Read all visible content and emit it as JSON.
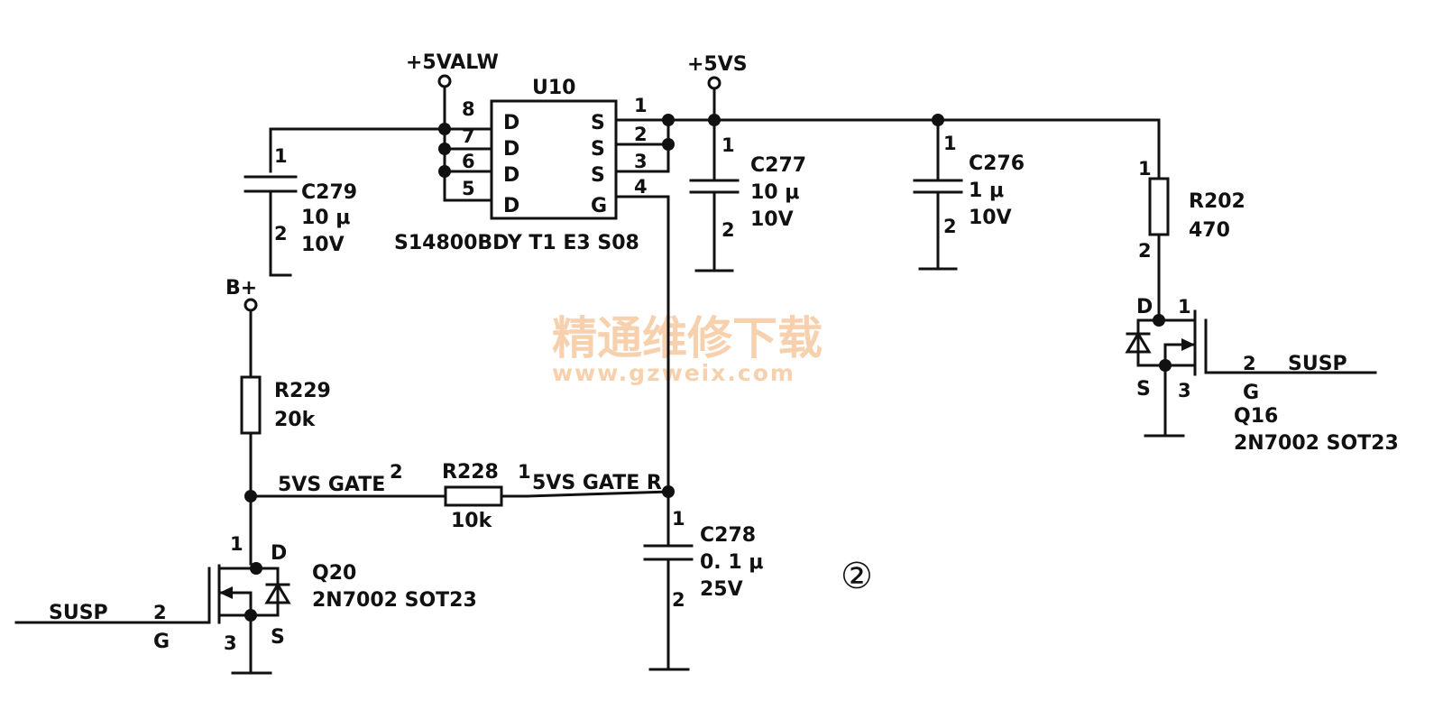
{
  "diagram": {
    "nets": {
      "vcc_alw": "+5VALW",
      "vcc_vs": "+5VS",
      "bplus": "B+",
      "gate": "5VS GATE",
      "gate_r": "5VS GATE R",
      "susp_left": "SUSP",
      "susp_right": "SUSP"
    },
    "u10": {
      "ref": "U10",
      "part": "S14800BDY T1 E3 S08",
      "left_pins": [
        {
          "num": "8",
          "label": "D"
        },
        {
          "num": "7",
          "label": "D"
        },
        {
          "num": "6",
          "label": "D"
        },
        {
          "num": "5",
          "label": "D"
        }
      ],
      "right_pins": [
        {
          "num": "1",
          "label": "S"
        },
        {
          "num": "2",
          "label": "S"
        },
        {
          "num": "3",
          "label": "S"
        },
        {
          "num": "4",
          "label": "G"
        }
      ]
    },
    "c279": {
      "ref": "C279",
      "value": "10 μ",
      "voltage": "10V",
      "pin1": "1",
      "pin2": "2"
    },
    "c277": {
      "ref": "C277",
      "value": "10 μ",
      "voltage": "10V",
      "pin1": "1",
      "pin2": "2"
    },
    "c276": {
      "ref": "C276",
      "value": "1 μ",
      "voltage": "10V",
      "pin1": "1",
      "pin2": "2"
    },
    "c278": {
      "ref": "C278",
      "value": "0. 1 μ",
      "voltage": "25V",
      "pin1": "1",
      "pin2": "2"
    },
    "r202": {
      "ref": "R202",
      "value": "470",
      "pin1": "1",
      "pin2": "2"
    },
    "r229": {
      "ref": "R229",
      "value": "20k"
    },
    "r228": {
      "ref": "R228",
      "value": "10k",
      "pin1": "1",
      "pin2": "2"
    },
    "q16": {
      "ref": "Q16",
      "part": "2N7002 SOT23",
      "d": "D",
      "s": "S",
      "g": "G",
      "pin1": "1",
      "pin2": "2",
      "pin3": "3"
    },
    "q20": {
      "ref": "Q20",
      "part": "2N7002 SOT23",
      "d": "D",
      "s": "S",
      "g": "G",
      "pin1": "1",
      "pin2": "2",
      "pin3": "3"
    },
    "figure_number": "②",
    "watermark": {
      "title": "精通维修下载",
      "url": "www.gzweix.com"
    }
  }
}
